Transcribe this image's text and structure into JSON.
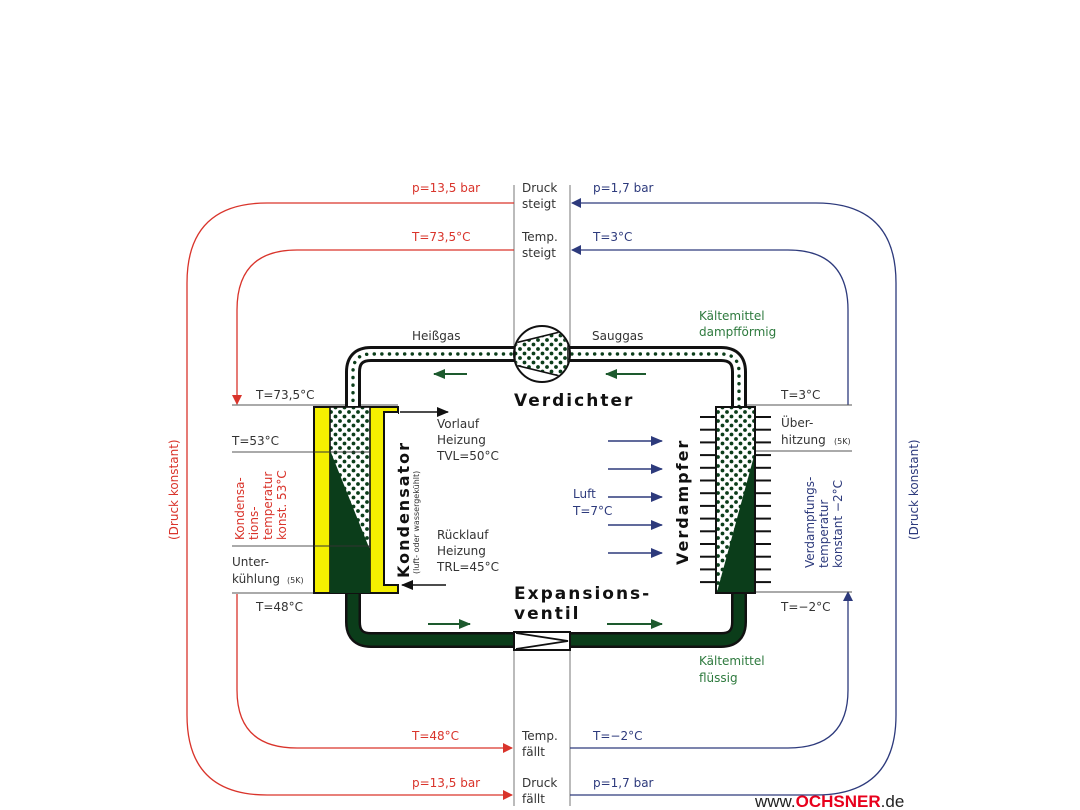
{
  "title": "Wärmepumpen-Kältekreislauf",
  "colors": {
    "high_pressure": "#d9342b",
    "low_pressure": "#2d3a7c",
    "refrigerant": "#0b3d1a",
    "condenser_water": "#f5f000",
    "label_green": "#2e7a3e",
    "brand": "#e8001c"
  },
  "top": {
    "pressure_left": "p=13,5 bar",
    "pressure_center": [
      "Druck",
      "steigt"
    ],
    "pressure_right": "p=1,7 bar",
    "temp_left": "T=73,5°C",
    "temp_center": [
      "Temp.",
      "steigt"
    ],
    "temp_right": "T=3°C"
  },
  "bottom": {
    "temp_left": "T=48°C",
    "temp_center": [
      "Temp.",
      "fällt"
    ],
    "temp_right": "T=−2°C",
    "pressure_left": "p=13,5 bar",
    "pressure_center": [
      "Druck",
      "fällt"
    ],
    "pressure_right": "p=1,7 bar"
  },
  "side": {
    "left_pressure": "(Druck konstant)",
    "right_pressure": "(Druck konstant)"
  },
  "compressor": {
    "label": "Verdichter",
    "hot_gas": "Heißgas",
    "suction_gas": "Sauggas",
    "refrigerant_state": [
      "Kältemittel",
      "dampfförmig"
    ]
  },
  "condenser": {
    "label": "Kondensator",
    "sublabel": "(luft- oder wassergekühlt)",
    "t_in": "T=73,5°C",
    "t_cond": "T=53°C",
    "t_out": "T=48°C",
    "cond_temp": [
      "Kondensa-",
      "tions-",
      "temperatur",
      "konst. 53°C"
    ],
    "subcool": [
      "Unter-",
      "kühlung",
      "(5K)"
    ],
    "flow": [
      "Vorlauf",
      "Heizung",
      "TVL=50°C"
    ],
    "return": [
      "Rücklauf",
      "Heizung",
      "TRL=45°C"
    ]
  },
  "evaporator": {
    "label": "Verdampfer",
    "t_out": "T=3°C",
    "t_in": "T=−2°C",
    "superheat": [
      "Über-",
      "hitzung",
      "(5K)"
    ],
    "evap_temp": [
      "Verdampfungs-",
      "temperatur",
      "konstant −2°C"
    ],
    "air": [
      "Luft",
      "T=7°C"
    ]
  },
  "expansion": {
    "label": [
      "Expansions-",
      "ventil"
    ],
    "refrigerant_state": [
      "Kältemittel",
      "flüssig"
    ]
  },
  "brand": {
    "prefix": "www.",
    "name": "OCHSNER",
    "suffix": ".de"
  }
}
